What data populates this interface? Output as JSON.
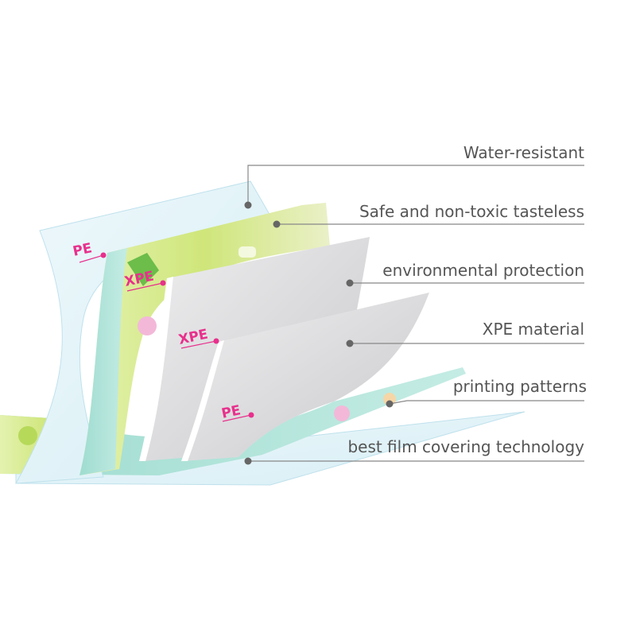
{
  "callouts": [
    {
      "label": "Water-resistant"
    },
    {
      "label": "Safe and non-toxic tasteless"
    },
    {
      "label": "environmental protection"
    },
    {
      "label": "XPE material"
    },
    {
      "label": "printing patterns"
    },
    {
      "label": "best film covering technology"
    }
  ],
  "layer_tags": [
    {
      "label": "PE"
    },
    {
      "label": "XPE"
    },
    {
      "label": "XPE"
    },
    {
      "label": "PE"
    }
  ],
  "colors": {
    "callout_text": "#555555",
    "callout_line": "#888888",
    "callout_dot": "#666666",
    "layer_tag": "#e8308c",
    "film": "#dff1f7",
    "foam": "#d9d9db",
    "print_green": "#cfe67a",
    "print_teal": "#a6e0d4"
  }
}
